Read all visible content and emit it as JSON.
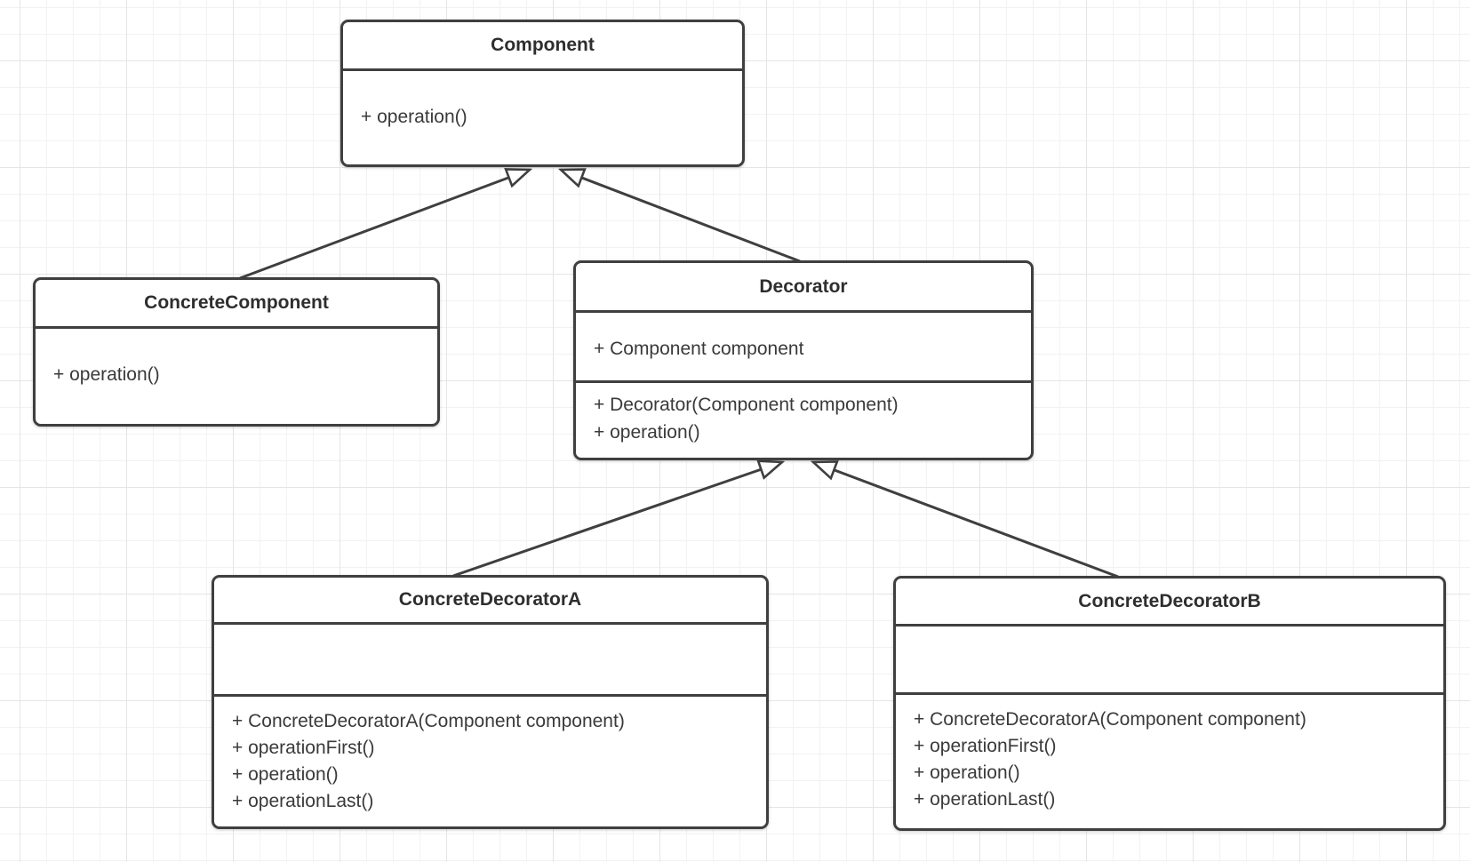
{
  "diagram": {
    "kind": "uml-class-diagram",
    "pattern": "Decorator",
    "stroke_color": "#3f3f3f",
    "text_color": "#3a3a3a",
    "title_color": "#2e2e2e",
    "box_fill": "#ffffff",
    "background_color": "#ffffff",
    "grid_minor_color": "#f2f2f2",
    "grid_major_color": "#e5e5e5"
  },
  "classes": [
    {
      "name": "Component",
      "attributes": [],
      "methods": [
        "+ operation()"
      ]
    },
    {
      "name": "ConcreteComponent",
      "attributes": [],
      "methods": [
        "+ operation()"
      ]
    },
    {
      "name": "Decorator",
      "attributes": [
        "+ Component component"
      ],
      "methods": [
        "+ Decorator(Component component)",
        "+ operation()"
      ]
    },
    {
      "name": "ConcreteDecoratorA",
      "attributes": [],
      "methods": [
        "+ ConcreteDecoratorA(Component component)",
        "+ operationFirst()",
        "+ operation()",
        "+ operationLast()"
      ]
    },
    {
      "name": "ConcreteDecoratorB",
      "attributes": [],
      "methods": [
        "+ ConcreteDecoratorA(Component component)",
        "+ operationFirst()",
        "+ operation()",
        "+ operationLast()"
      ]
    }
  ],
  "relationships": [
    {
      "from": "ConcreteComponent",
      "to": "Component",
      "type": "generalization"
    },
    {
      "from": "Decorator",
      "to": "Component",
      "type": "generalization"
    },
    {
      "from": "ConcreteDecoratorA",
      "to": "Decorator",
      "type": "generalization"
    },
    {
      "from": "ConcreteDecoratorB",
      "to": "Decorator",
      "type": "generalization"
    }
  ]
}
